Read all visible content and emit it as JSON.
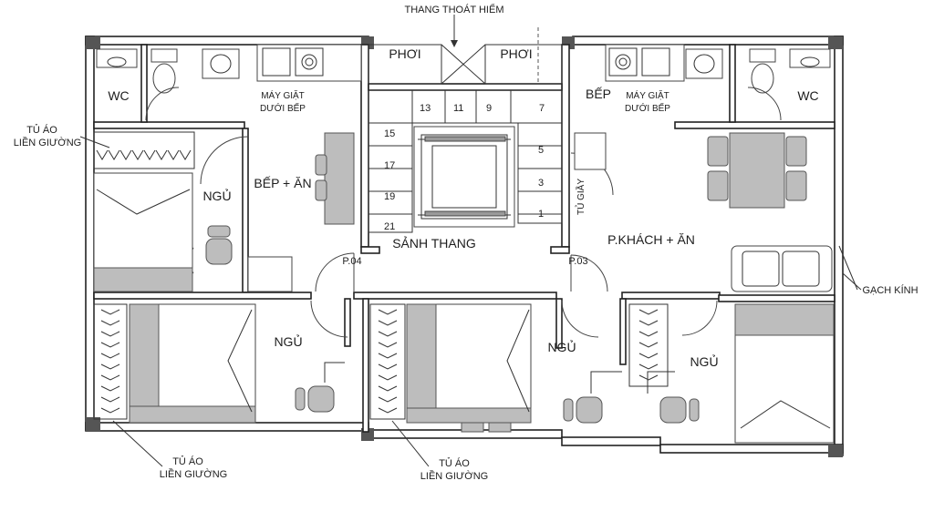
{
  "title": "THANG THOÁT HIỂM",
  "rooms": {
    "wc_left": "WC",
    "wc_right": "WC",
    "phoi_left": "PHƠI",
    "phoi_right": "PHƠI",
    "bep_an": "BẾP + ĂN",
    "ngu_left_top": "NGỦ",
    "ngu_left_bottom": "NGỦ",
    "ngu_mid": "NGỦ",
    "ngu_right": "NGỦ",
    "sanh_thang": "SẢNH THANG",
    "p_khach_an": "P.KHÁCH + ĂN",
    "bep_right": "BẾP",
    "may_giat_left_1": "MÁY GIẶT",
    "may_giat_left_2": "DƯỚI BẾP",
    "may_giat_right_1": "MÁY GIẶT",
    "may_giat_right_2": "DƯỚI BẾP",
    "tu_giay": "TỦ GIẦY",
    "p04": "P.04",
    "p03": "P.03"
  },
  "callouts": {
    "tu_ao_top_1": "TỦ ÁO",
    "tu_ao_top_2": "LIỀN GIƯỜNG",
    "tu_ao_bl_1": "TỦ ÁO",
    "tu_ao_bl_2": "LIỀN GIƯỜNG",
    "tu_ao_bm_1": "TỦ ÁO",
    "tu_ao_bm_2": "LIỀN GIƯỜNG",
    "gach_kinh": "GẠCH KÍNH"
  },
  "stair_numbers": [
    "13",
    "11",
    "9",
    "7",
    "15",
    "5",
    "17",
    "3",
    "19",
    "1",
    "21"
  ],
  "icons": [
    "chair-icon",
    "bed-icon",
    "toilet-icon",
    "sink-icon",
    "stove-icon",
    "sofa-icon",
    "wardrobe-icon",
    "elevator-icon",
    "door-swing-icon"
  ],
  "colors": {
    "line": "#222222",
    "furniture_fill": "#bdbdbd",
    "background": "#ffffff"
  }
}
